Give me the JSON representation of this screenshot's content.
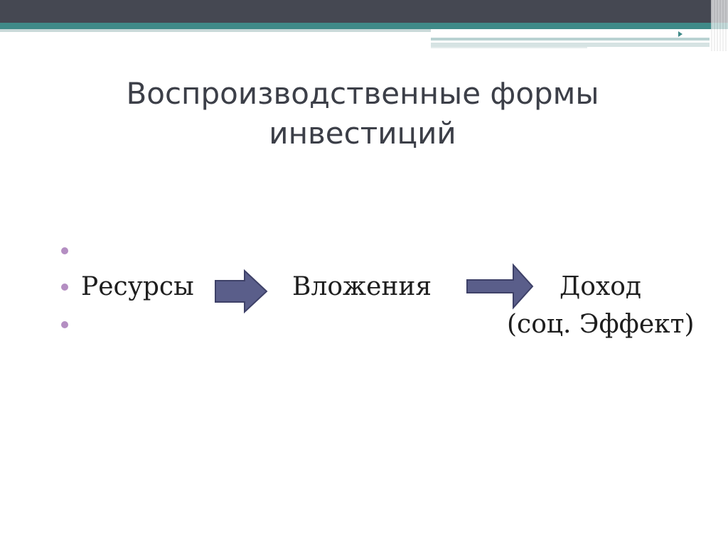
{
  "slide": {
    "title_line1": "Воспроизводственные формы",
    "title_line2": "инвестиций"
  },
  "diagram": {
    "nodes": {
      "resources": "Ресурсы",
      "investments": "Вложения",
      "income": "Доход",
      "social_effect": "(соц. Эффект)"
    },
    "edges": [
      {
        "from": "resources",
        "to": "investments",
        "icon": "right-arrow-icon"
      },
      {
        "from": "investments",
        "to": "income",
        "icon": "right-arrow-icon"
      }
    ]
  },
  "colors": {
    "header_dark": "#454852",
    "header_teal": "#3f8a88",
    "arrow_fill": "#5a5e8a",
    "arrow_stroke": "#3e4168",
    "bullet": "#b48ec2",
    "title_text": "#3c3f48"
  }
}
